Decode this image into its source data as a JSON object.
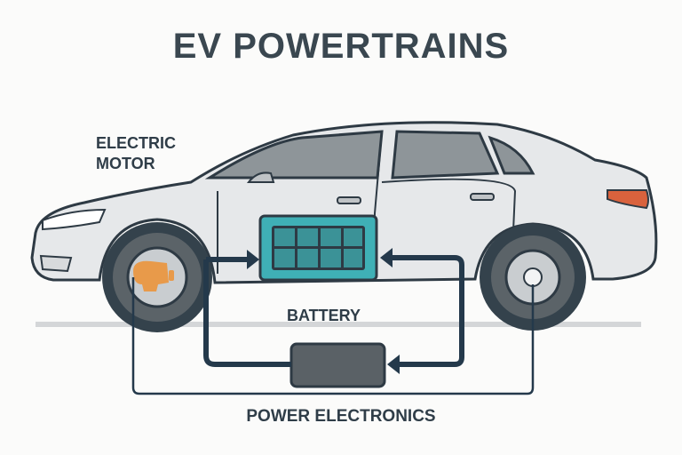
{
  "title": "EV POWERTRAINS",
  "labels": {
    "electric_motor": "ELECTRIC\nMOTOR",
    "electric_motor_line1": "ELECTRIC",
    "electric_motor_line2": "MOTOR",
    "battery": "BATTERY",
    "power_electronics": "POWER ELECTRONICS"
  },
  "colors": {
    "body": "#e4e6e8",
    "outline": "#2e3a44",
    "battery": "#3aa5ab",
    "motor": "#e89a4a",
    "taillight": "#d9623d",
    "power_electronics_box": "#5a6166",
    "wire": "#24394b"
  }
}
